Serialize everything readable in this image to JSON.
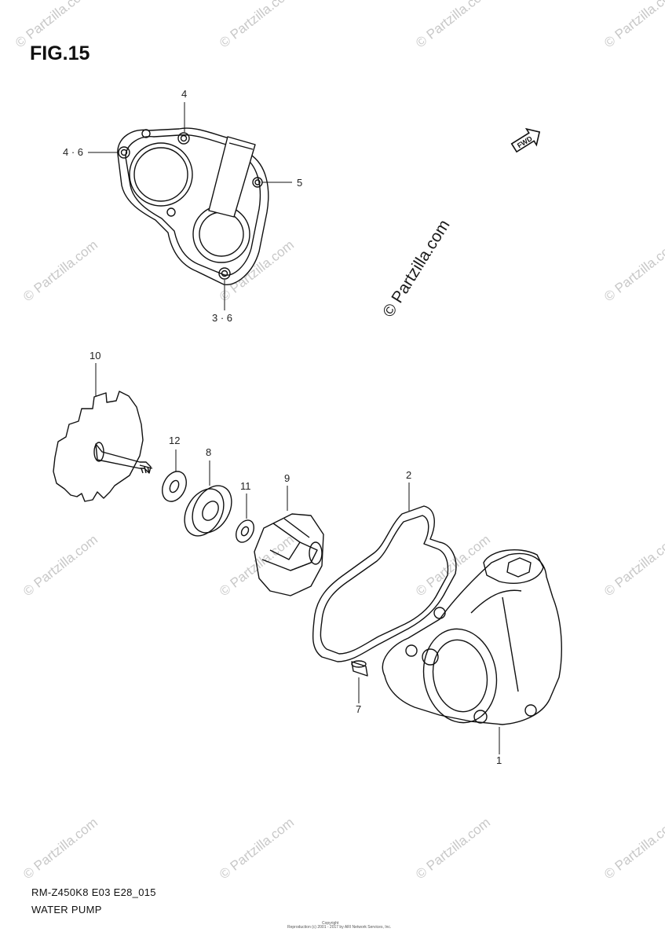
{
  "header": {
    "figure_title": "FIG.15"
  },
  "orientation": {
    "fwd_label": "FWD"
  },
  "watermark": {
    "main": "© Partzilla.com",
    "tile": "© Partzilla.com"
  },
  "callouts": [
    "4",
    "4 · 6",
    "5",
    "3 · 6",
    "10",
    "12",
    "8",
    "11",
    "9",
    "2",
    "7",
    "1"
  ],
  "footer": {
    "model_code": "RM-Z450K8 E03 E28_015",
    "diagram_name": "WATER PUMP",
    "copyright_line1": "Copyright",
    "copyright_line2": "Reproduction (c) 2001 - 2017 by ARI Network Services, Inc."
  }
}
